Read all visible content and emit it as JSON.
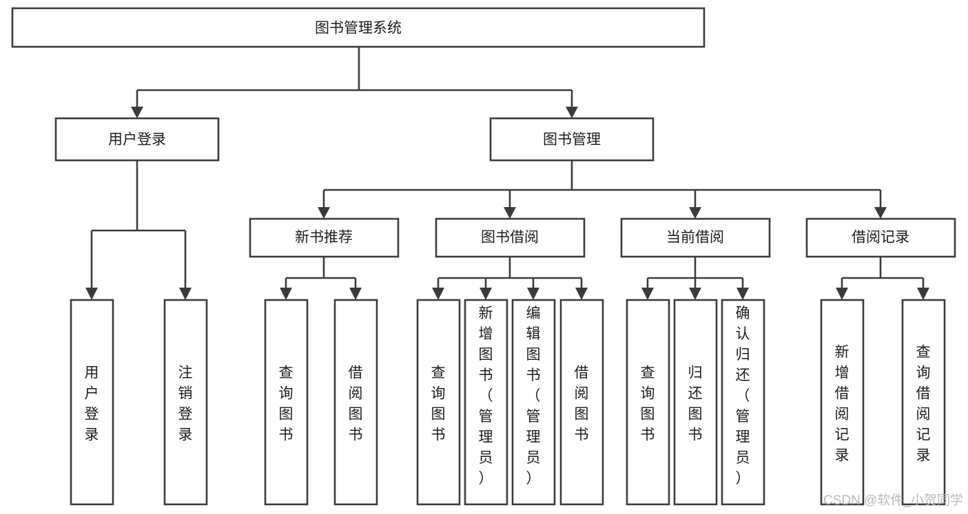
{
  "diagram": {
    "type": "tree",
    "title": "图书管理系统",
    "orientation": "top-down",
    "colors": {
      "box_stroke": "#3b3b3b",
      "box_fill": "#ffffff",
      "connector": "#3b3b3b",
      "text": "#1b1b1b",
      "watermark": "#b9b9b9",
      "background": "#ffffff"
    },
    "root": {
      "label": "图书管理系统"
    },
    "level2": [
      {
        "label": "用户登录"
      },
      {
        "label": "图书管理"
      }
    ],
    "level3": [
      {
        "label": "新书推荐"
      },
      {
        "label": "图书借阅"
      },
      {
        "label": "当前借阅"
      },
      {
        "label": "借阅记录"
      }
    ],
    "leaves": {
      "user_login": [
        {
          "label": "用户登录"
        },
        {
          "label": "注销登录"
        }
      ],
      "new_book_recommend": [
        {
          "label": "查询图书"
        },
        {
          "label": "借阅图书"
        }
      ],
      "book_borrow": [
        {
          "label": "查询图书"
        },
        {
          "label": "新增图书（管理员）"
        },
        {
          "label": "编辑图书（管理员）"
        },
        {
          "label": "借阅图书"
        }
      ],
      "current_borrow": [
        {
          "label": "查询图书"
        },
        {
          "label": "归还图书"
        },
        {
          "label": "确认归还（管理员）"
        }
      ],
      "borrow_record": [
        {
          "label": "新增借阅记录"
        },
        {
          "label": "查询借阅记录"
        }
      ]
    }
  },
  "watermark": {
    "text": "CSDN @软件_小贺同学"
  }
}
